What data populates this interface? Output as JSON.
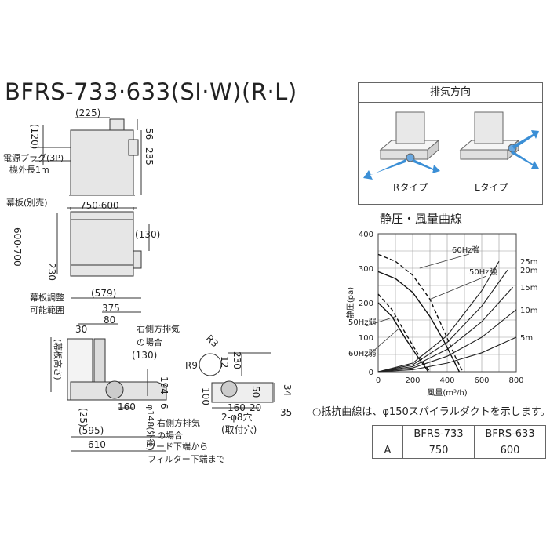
{
  "title": "BFRS-733·633(SI·W)(R·L)",
  "dimension_labels": {
    "top_width": "(225)",
    "h56": "56",
    "h235": "235",
    "h120": "(120)",
    "plug": "電源プラグ(3P)",
    "cord": "機外長1m",
    "panel": "幕板(別売)",
    "width": "750·600",
    "side130": "(130)",
    "height": "600·700",
    "h230": "230",
    "adj1": "幕板調整",
    "adj2": "可能範囲",
    "depth579": "(579)",
    "d375": "375",
    "d80": "80",
    "d30": "30",
    "panel_h": "(幕板高さ)",
    "right_exh1": "右側方排気",
    "right_exh2": "の場合",
    "side130b": "(130)",
    "h194": "194",
    "h6": "6",
    "d160": "160",
    "phi148": "φ148(外径)",
    "d25": "(25)",
    "d595": "(595)",
    "d610": "610",
    "right_exh3": "右側方排気",
    "right_exh4": "の場合",
    "hood1": "フード下端から",
    "hood2": "フィルター下端まで",
    "r3": "R3",
    "r9": "R9",
    "d12": "12",
    "d230b": "230",
    "holes1": "2-φ8穴",
    "holes2": "(取付穴)",
    "d100": "100",
    "d50": "50",
    "d160b": "160",
    "d20": "20",
    "d34": "34",
    "d35": "35"
  },
  "exhaust": {
    "header": "排気方向",
    "r_type": "Rタイプ",
    "l_type": "Lタイプ"
  },
  "chart_data": {
    "type": "line",
    "title": "静圧・風量曲線",
    "xlabel": "風量(m³/h)",
    "ylabel": "静圧(pa)",
    "xlim": [
      0,
      800
    ],
    "ylim": [
      0,
      400
    ],
    "xticks": [
      "0",
      "200",
      "400",
      "600",
      "800"
    ],
    "yticks": [
      "0",
      "100",
      "200",
      "300",
      "400"
    ],
    "grid": true,
    "series": [
      {
        "name": "60Hz強",
        "style": "dashed",
        "points": [
          [
            0,
            340
          ],
          [
            100,
            320
          ],
          [
            200,
            280
          ],
          [
            300,
            210
          ],
          [
            380,
            120
          ],
          [
            450,
            40
          ],
          [
            490,
            0
          ]
        ]
      },
      {
        "name": "50Hz強",
        "style": "solid",
        "points": [
          [
            0,
            290
          ],
          [
            100,
            270
          ],
          [
            200,
            230
          ],
          [
            300,
            160
          ],
          [
            380,
            90
          ],
          [
            440,
            30
          ],
          [
            470,
            0
          ]
        ]
      },
      {
        "name": "50Hz弱",
        "style": "dashed",
        "points": [
          [
            0,
            225
          ],
          [
            80,
            180
          ],
          [
            160,
            110
          ],
          [
            220,
            60
          ],
          [
            270,
            20
          ],
          [
            300,
            0
          ]
        ]
      },
      {
        "name": "60Hz弱",
        "style": "solid",
        "points": [
          [
            0,
            200
          ],
          [
            80,
            160
          ],
          [
            160,
            95
          ],
          [
            220,
            50
          ],
          [
            270,
            15
          ],
          [
            290,
            0
          ]
        ]
      }
    ],
    "resistance_curves": [
      {
        "name": "25m",
        "points": [
          [
            0,
            0
          ],
          [
            200,
            25
          ],
          [
            400,
            105
          ],
          [
            600,
            235
          ],
          [
            700,
            320
          ]
        ]
      },
      {
        "name": "20m",
        "points": [
          [
            0,
            0
          ],
          [
            200,
            20
          ],
          [
            400,
            85
          ],
          [
            600,
            190
          ],
          [
            750,
            295
          ]
        ]
      },
      {
        "name": "15m",
        "points": [
          [
            0,
            0
          ],
          [
            200,
            15
          ],
          [
            400,
            65
          ],
          [
            600,
            145
          ],
          [
            780,
            245
          ]
        ]
      },
      {
        "name": "10m",
        "points": [
          [
            0,
            0
          ],
          [
            200,
            11
          ],
          [
            400,
            45
          ],
          [
            600,
            100
          ],
          [
            800,
            180
          ]
        ]
      },
      {
        "name": "5m",
        "points": [
          [
            0,
            0
          ],
          [
            200,
            6
          ],
          [
            400,
            25
          ],
          [
            600,
            55
          ],
          [
            800,
            100
          ]
        ]
      }
    ]
  },
  "note": "○抵抗曲線は、φ150スパイラルダクトを示します。",
  "table": {
    "headers": [
      "",
      "BFRS-733",
      "BFRS-633"
    ],
    "rows": [
      [
        "A",
        "750",
        "600"
      ]
    ]
  }
}
